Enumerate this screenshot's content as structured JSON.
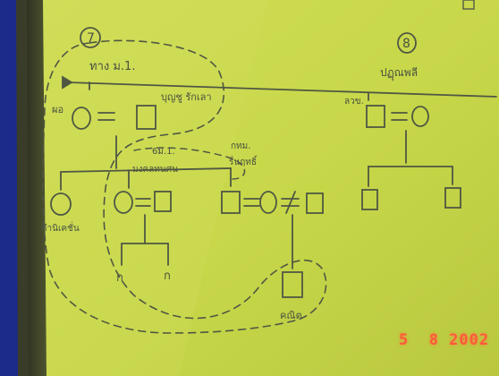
{
  "photo": {
    "subject": "hand-drawn kinship diagram on green paper",
    "colors": {
      "paper": "#c9d84a",
      "ink": "#4f5743",
      "background": "#1c2a8a",
      "date_stamp": "#ff5a3a"
    }
  },
  "diagram": {
    "number_left": "7",
    "number_right": "8",
    "label_top_left": "ทาง ม.1.",
    "label_top_right": "ปฏุณพลี",
    "label_left_edge": "ผอ",
    "label_husband_left": "บุญชู รักเลา",
    "label_right_small": "ลวข.",
    "label_mid_small": "6ม.1.",
    "label_mid_names": "มงคลทนศน",
    "label_right_mid": "กทม.",
    "label_right_mid2": "รื่นฤทธิ์",
    "label_bottom_left": "ดำนิเคชั่น",
    "label_bottom_right": "คณิต",
    "child_label_a": "ก",
    "child_label_b": "ก"
  },
  "date_stamp": "5  8 2002"
}
